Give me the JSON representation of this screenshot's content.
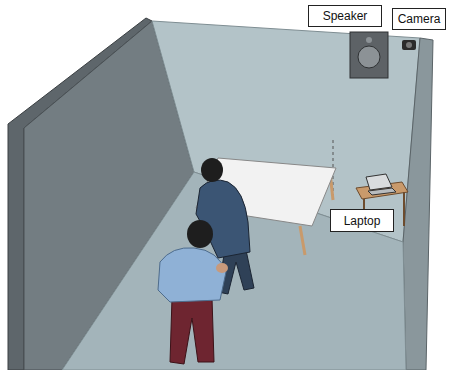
{
  "diagram": {
    "nodes": [
      {
        "text": [
          "Speaker"
        ]
      },
      {
        "text": [
          "Camera"
        ]
      },
      {
        "text": [
          "Laptop"
        ]
      }
    ]
  }
}
